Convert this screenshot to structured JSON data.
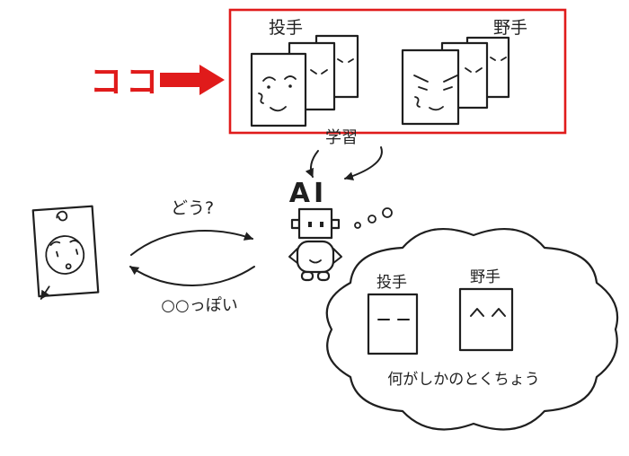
{
  "colors": {
    "ink": "#1f1f1f",
    "highlight": "#e01b1b",
    "paper": "#ffffff"
  },
  "callout": {
    "label": "ココ"
  },
  "training_box": {
    "pitcher_label": "投手",
    "fielder_label": "野手"
  },
  "learning_label": "学習",
  "ai_label": "AI",
  "feedback": {
    "question": "どう?",
    "answer": "○○っぽい"
  },
  "thought": {
    "pitcher_label": "投手",
    "fielder_label": "野手",
    "caption": "何がしかのとくちょう"
  }
}
